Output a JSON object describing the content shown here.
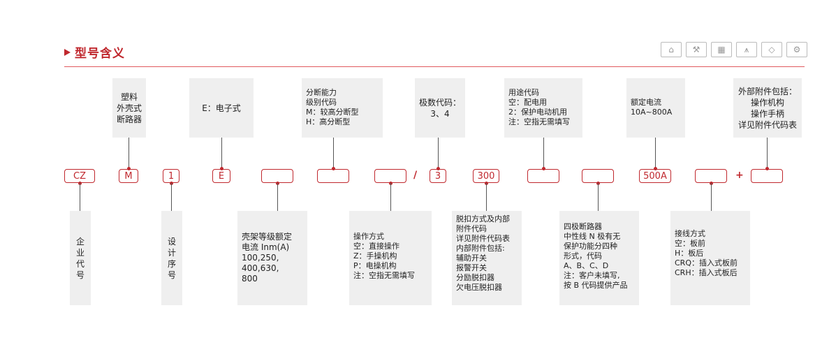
{
  "title": "型号含义",
  "icons": [
    "industry-icon",
    "tools-icon",
    "building-icon",
    "tower-icon",
    "diamond-icon",
    "machine-icon"
  ],
  "top_boxes": [
    {
      "text": "塑料\n外壳式\n断路器"
    },
    {
      "text": "E：电子式"
    },
    {
      "text": "分断能力\n级别代码\nM：较高分断型\nH：高分断型"
    },
    {
      "text": "极数代码：\n3、4"
    },
    {
      "text": "用途代码\n空：配电用\n2：保护电动机用\n注：空指无需填写"
    },
    {
      "text": "额定电流\n10A~800A"
    },
    {
      "text": "外部附件包括：\n操作机构\n操作手柄\n详见附件代码表"
    }
  ],
  "codes": [
    "CZ",
    "M",
    "1",
    "E",
    "",
    "",
    "",
    "3",
    "300",
    "",
    "",
    "500A",
    "",
    ""
  ],
  "separators": {
    "slash": "/",
    "plus": "+"
  },
  "bottom_boxes": [
    {
      "text": "企\n业\n代\n号"
    },
    {
      "text": "设\n计\n序\n号"
    },
    {
      "text": "壳架等级额定\n电流 Inm(A)\n100,250,\n400,630,\n800"
    },
    {
      "text": "操作方式\n空：直接操作\nZ：手操机构\nP：电操机构\n注：空指无需填写"
    },
    {
      "text": "脱扣方式及内部\n附件代码\n详见附件代码表\n内部附件包括:\n辅助开关\n报警开关\n分励脱扣器\n欠电压脱扣器"
    },
    {
      "text": "四极断路器\n中性线 N 极有无\n保护功能分四种\n形式，代码\nA、B、C、D\n注：客户未填写,\n按 B 代码提供产品"
    },
    {
      "text": "接线方式\n空：板前\nH：板后\nCRQ：插入式板前\nCRH：插入式板后"
    }
  ]
}
